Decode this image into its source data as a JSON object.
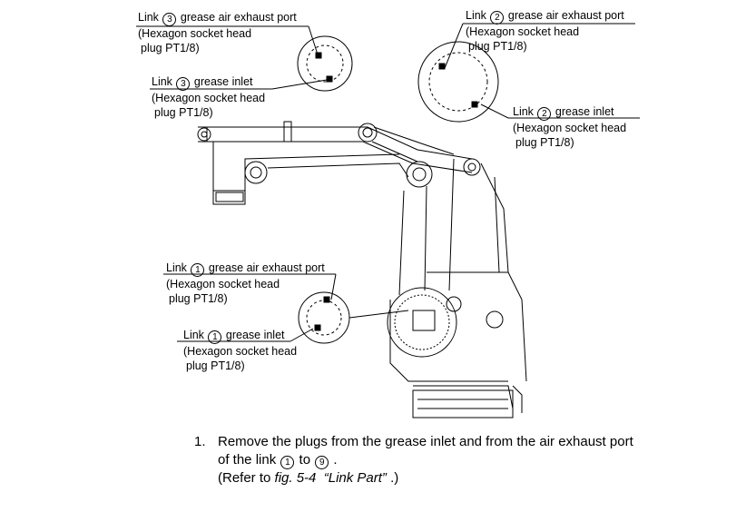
{
  "labels": {
    "l3_exhaust": {
      "pre": "Link ",
      "num": "3",
      "post": " grease air exhaust port",
      "l2": "(Hexagon socket head",
      "l3": "plug PT1/8)"
    },
    "l3_inlet": {
      "pre": "Link ",
      "num": "3",
      "post": " grease inlet",
      "l2": "(Hexagon socket head",
      "l3": "plug PT1/8)"
    },
    "l2_exhaust": {
      "pre": "Link ",
      "num": "2",
      "post": " grease air exhaust port",
      "l2": "(Hexagon socket head",
      "l3": "plug PT1/8)"
    },
    "l2_inlet": {
      "pre": "Link ",
      "num": "2",
      "post": " grease inlet",
      "l2": "(Hexagon socket head",
      "l3": "plug PT1/8)"
    },
    "l1_exhaust": {
      "pre": "Link ",
      "num": "1",
      "post": " grease air exhaust port",
      "l2": "(Hexagon socket head",
      "l3": "plug PT1/8)"
    },
    "l1_inlet": {
      "pre": "Link ",
      "num": "1",
      "post": " grease inlet",
      "l2": "(Hexagon socket head",
      "l3": "plug PT1/8)"
    }
  },
  "instruction": {
    "number": "1.",
    "line1": "Remove the plugs from the grease inlet and from the air exhaust port",
    "line2_pre": "of the link ",
    "from": "1",
    "to_word": " to ",
    "to": "9",
    "line2_post": " .",
    "line3_pre": "(Refer to ",
    "fig_ref": "fig. 5-4",
    "fig_title": "“Link Part”",
    "line3_post": " .)"
  }
}
